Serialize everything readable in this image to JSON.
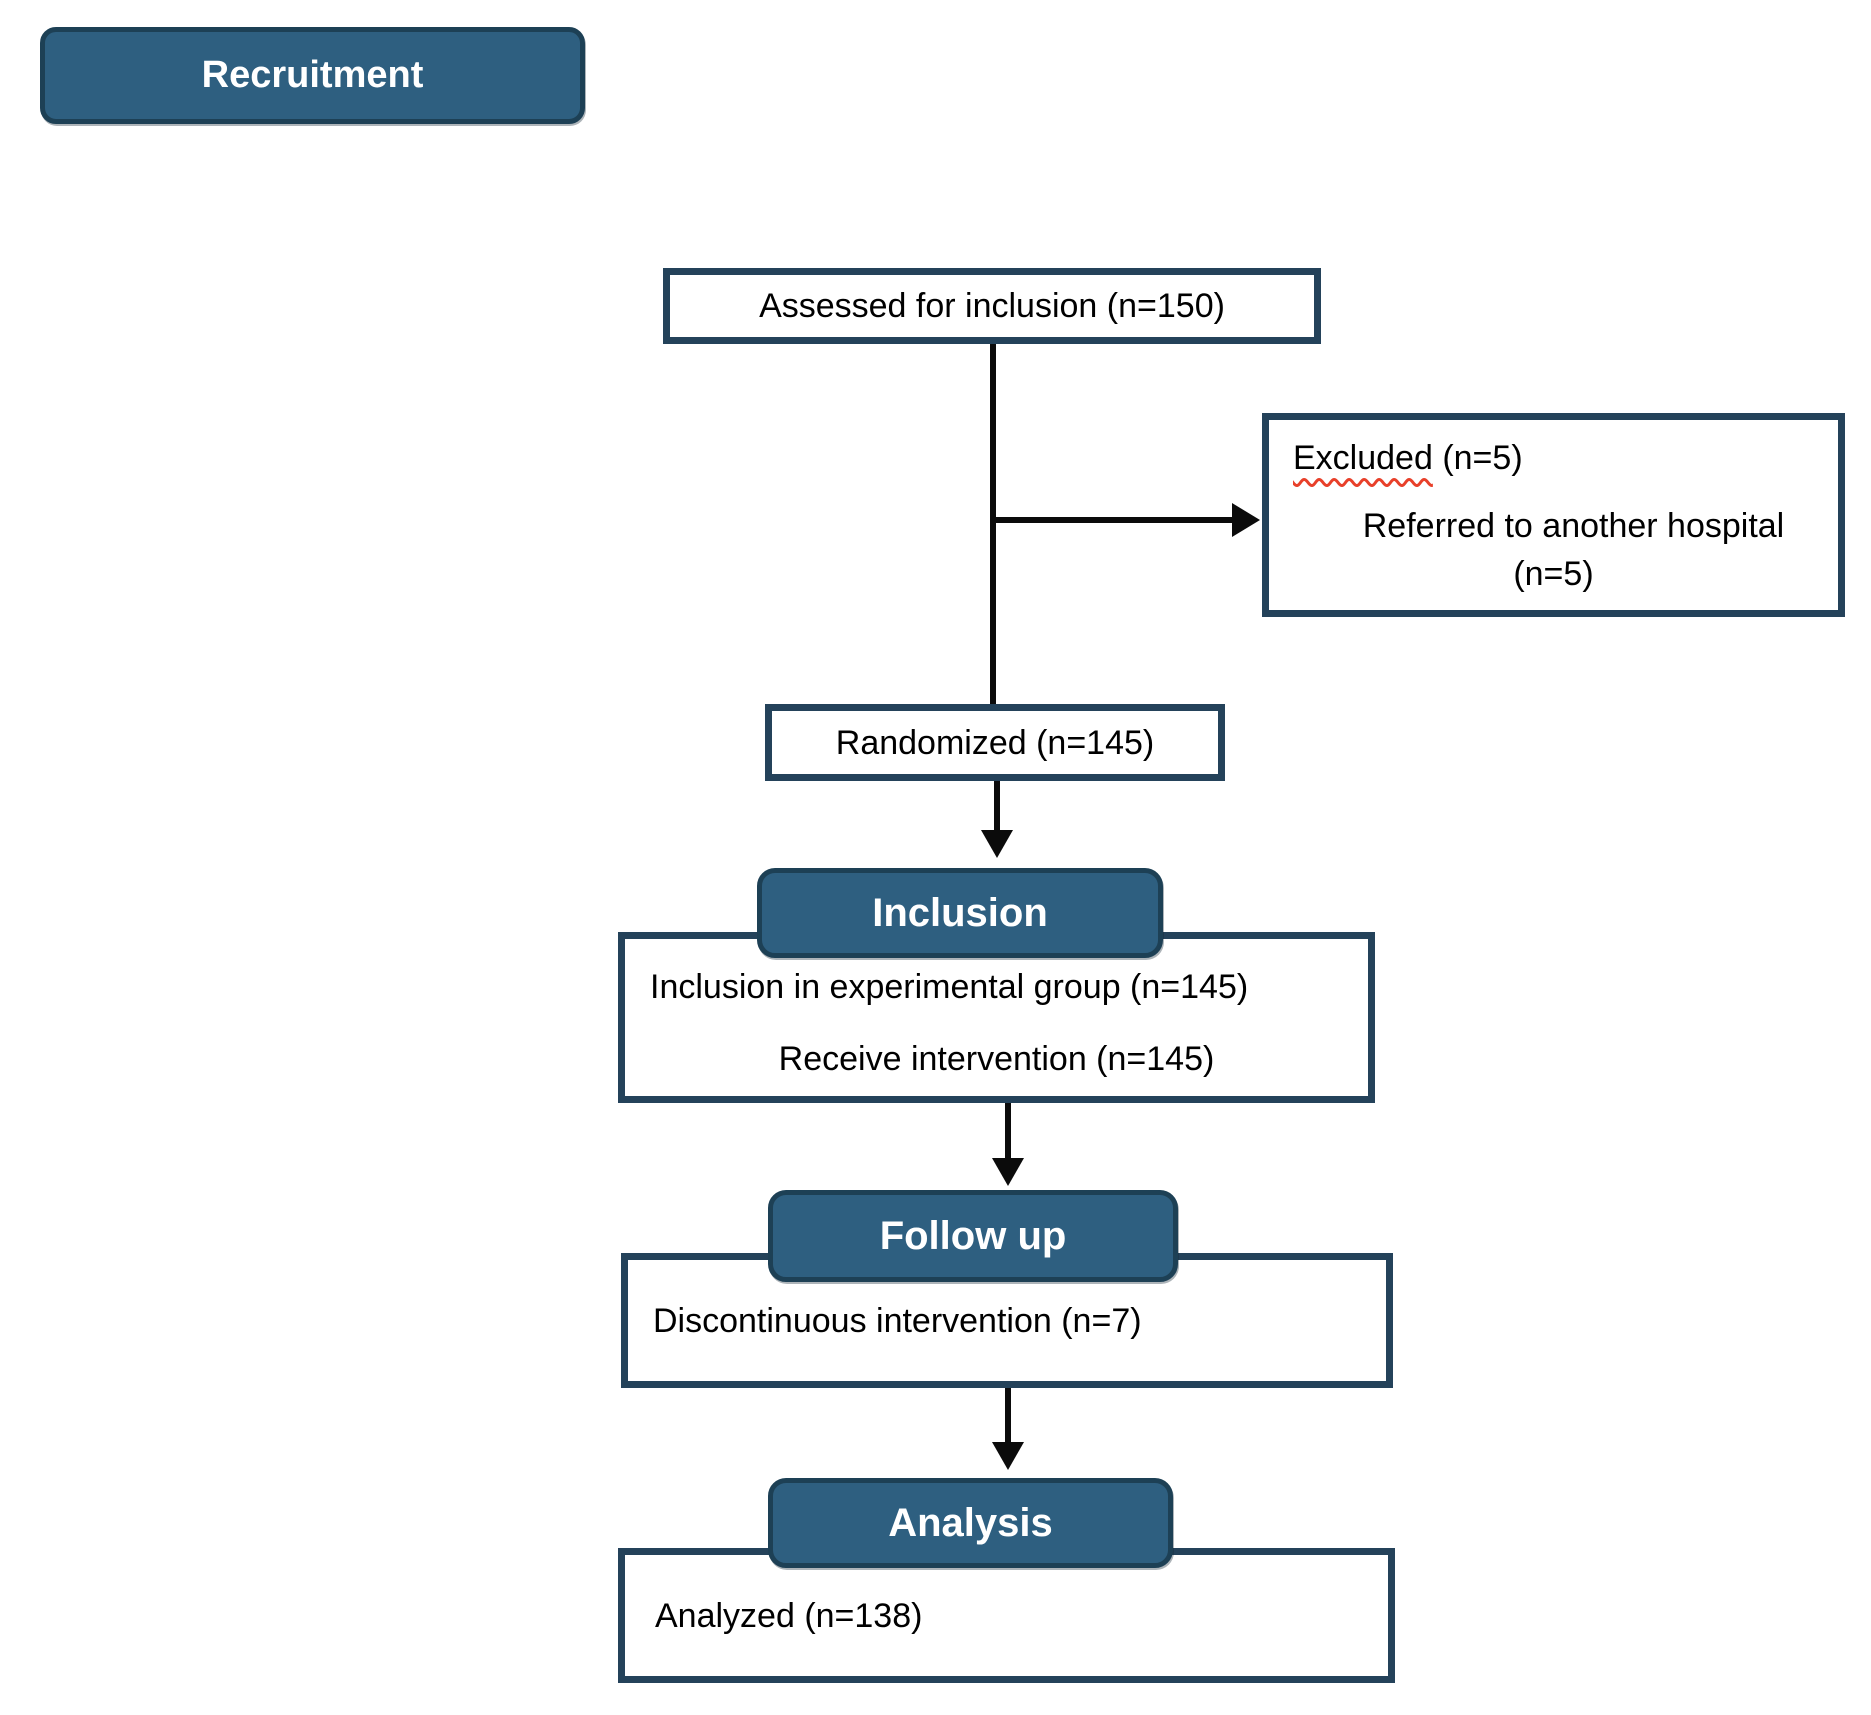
{
  "colors": {
    "pill_fill": "#2e5f80",
    "pill_border": "#1d4055",
    "box_border": "#24425a",
    "arrow": "#0b0b0b",
    "spellcheck_squiggle": "#e8402a",
    "pill_text": "#ffffff",
    "body_text": "#000000",
    "background": "#ffffff"
  },
  "flow": {
    "recruitment": {
      "label": "Recruitment"
    },
    "assessed": {
      "text": "Assessed for inclusion (n=150)"
    },
    "excluded": {
      "title": "Excluded",
      "title_suffix": " (n=5)",
      "reason": "Referred to another hospital",
      "reason_n": "(n=5)"
    },
    "randomized": {
      "text": "Randomized (n=145)"
    },
    "inclusion": {
      "header": "Inclusion",
      "line1": "Inclusion in experimental group (n=145)",
      "line2": "Receive intervention (n=145)"
    },
    "follow_up": {
      "header": "Follow up",
      "line1": "Discontinuous intervention (n=7)"
    },
    "analysis": {
      "header": "Analysis",
      "line1": "Analyzed (n=138)"
    }
  }
}
